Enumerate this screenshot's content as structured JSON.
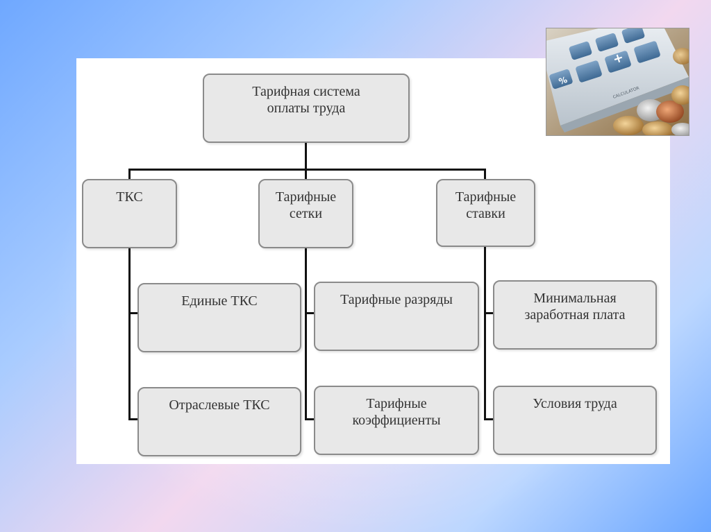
{
  "diagram": {
    "root": {
      "line1": "Тарифная система",
      "line2": "оплаты труда"
    },
    "level1": [
      {
        "line1": "ТКС",
        "line2": ""
      },
      {
        "line1": "Тарифные",
        "line2": "сетки"
      },
      {
        "line1": "Тарифные",
        "line2": "ставки"
      }
    ],
    "tks_children": [
      {
        "line1": "Единые ТКС",
        "line2": ""
      },
      {
        "line1": "Отраслевые ТКС",
        "line2": ""
      }
    ],
    "grid_children": [
      {
        "line1": "Тарифные разряды",
        "line2": ""
      },
      {
        "line1": "Тарифные",
        "line2": "коэффициенты"
      }
    ],
    "rate_children": [
      {
        "line1": "Минимальная",
        "line2": "заработная плата"
      },
      {
        "line1": "Условия труда",
        "line2": ""
      }
    ]
  },
  "photo": {
    "description": "calculator-and-coins",
    "key_plus": "+",
    "key_percent": "%",
    "brand": "CALCULATOR"
  }
}
